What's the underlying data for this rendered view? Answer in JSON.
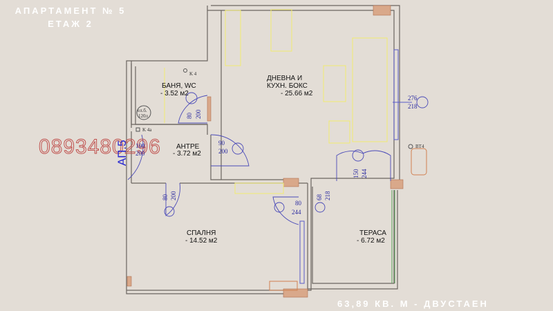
{
  "header": {
    "title": "АПАРТАМЕНТ № 5",
    "floor": "ЕТАЖ 2"
  },
  "footer": {
    "summary": "63,89 КВ. М - ДВУСТАЕН"
  },
  "watermark": {
    "phone": "0893480296",
    "color": "#c0504d"
  },
  "plan_label": "АП.5",
  "rooms": [
    {
      "name": "ДНЕВНА И",
      "name2": "КУХН. БОКС",
      "area": "- 25.66 м2"
    },
    {
      "name": "БАНЯ, WC",
      "area": "-  3.52 м2"
    },
    {
      "name": "АНТРЕ",
      "area": "- 3.72 м2"
    },
    {
      "name": "СПАЛНЯ",
      "area": "- 14.52 м2"
    },
    {
      "name": "ТЕРАСА",
      "area": "- 6.72 м2"
    }
  ],
  "dimensions": {
    "bath_door": [
      "80",
      "200"
    ],
    "entry_door": [
      "90",
      "200"
    ],
    "main_door": [
      "100",
      "200"
    ],
    "bedroom_door": [
      "80",
      "200"
    ],
    "terrace_door_living": [
      "150",
      "244"
    ],
    "window_living": [
      "276",
      "218"
    ],
    "bedroom_terrace_door": [
      "80",
      "244"
    ],
    "terrace_window": [
      "68",
      "218"
    ]
  },
  "labels": {
    "k4": "K 4",
    "k4a": "K 4a",
    "boiler": "ел.б.",
    "boiler_vol": "120л",
    "bt4": "BT4"
  },
  "colors": {
    "background": "#e3ddd6",
    "walls": "#6b6560",
    "doors": "#4a4ab8",
    "furniture": "#f0ea70"
  }
}
